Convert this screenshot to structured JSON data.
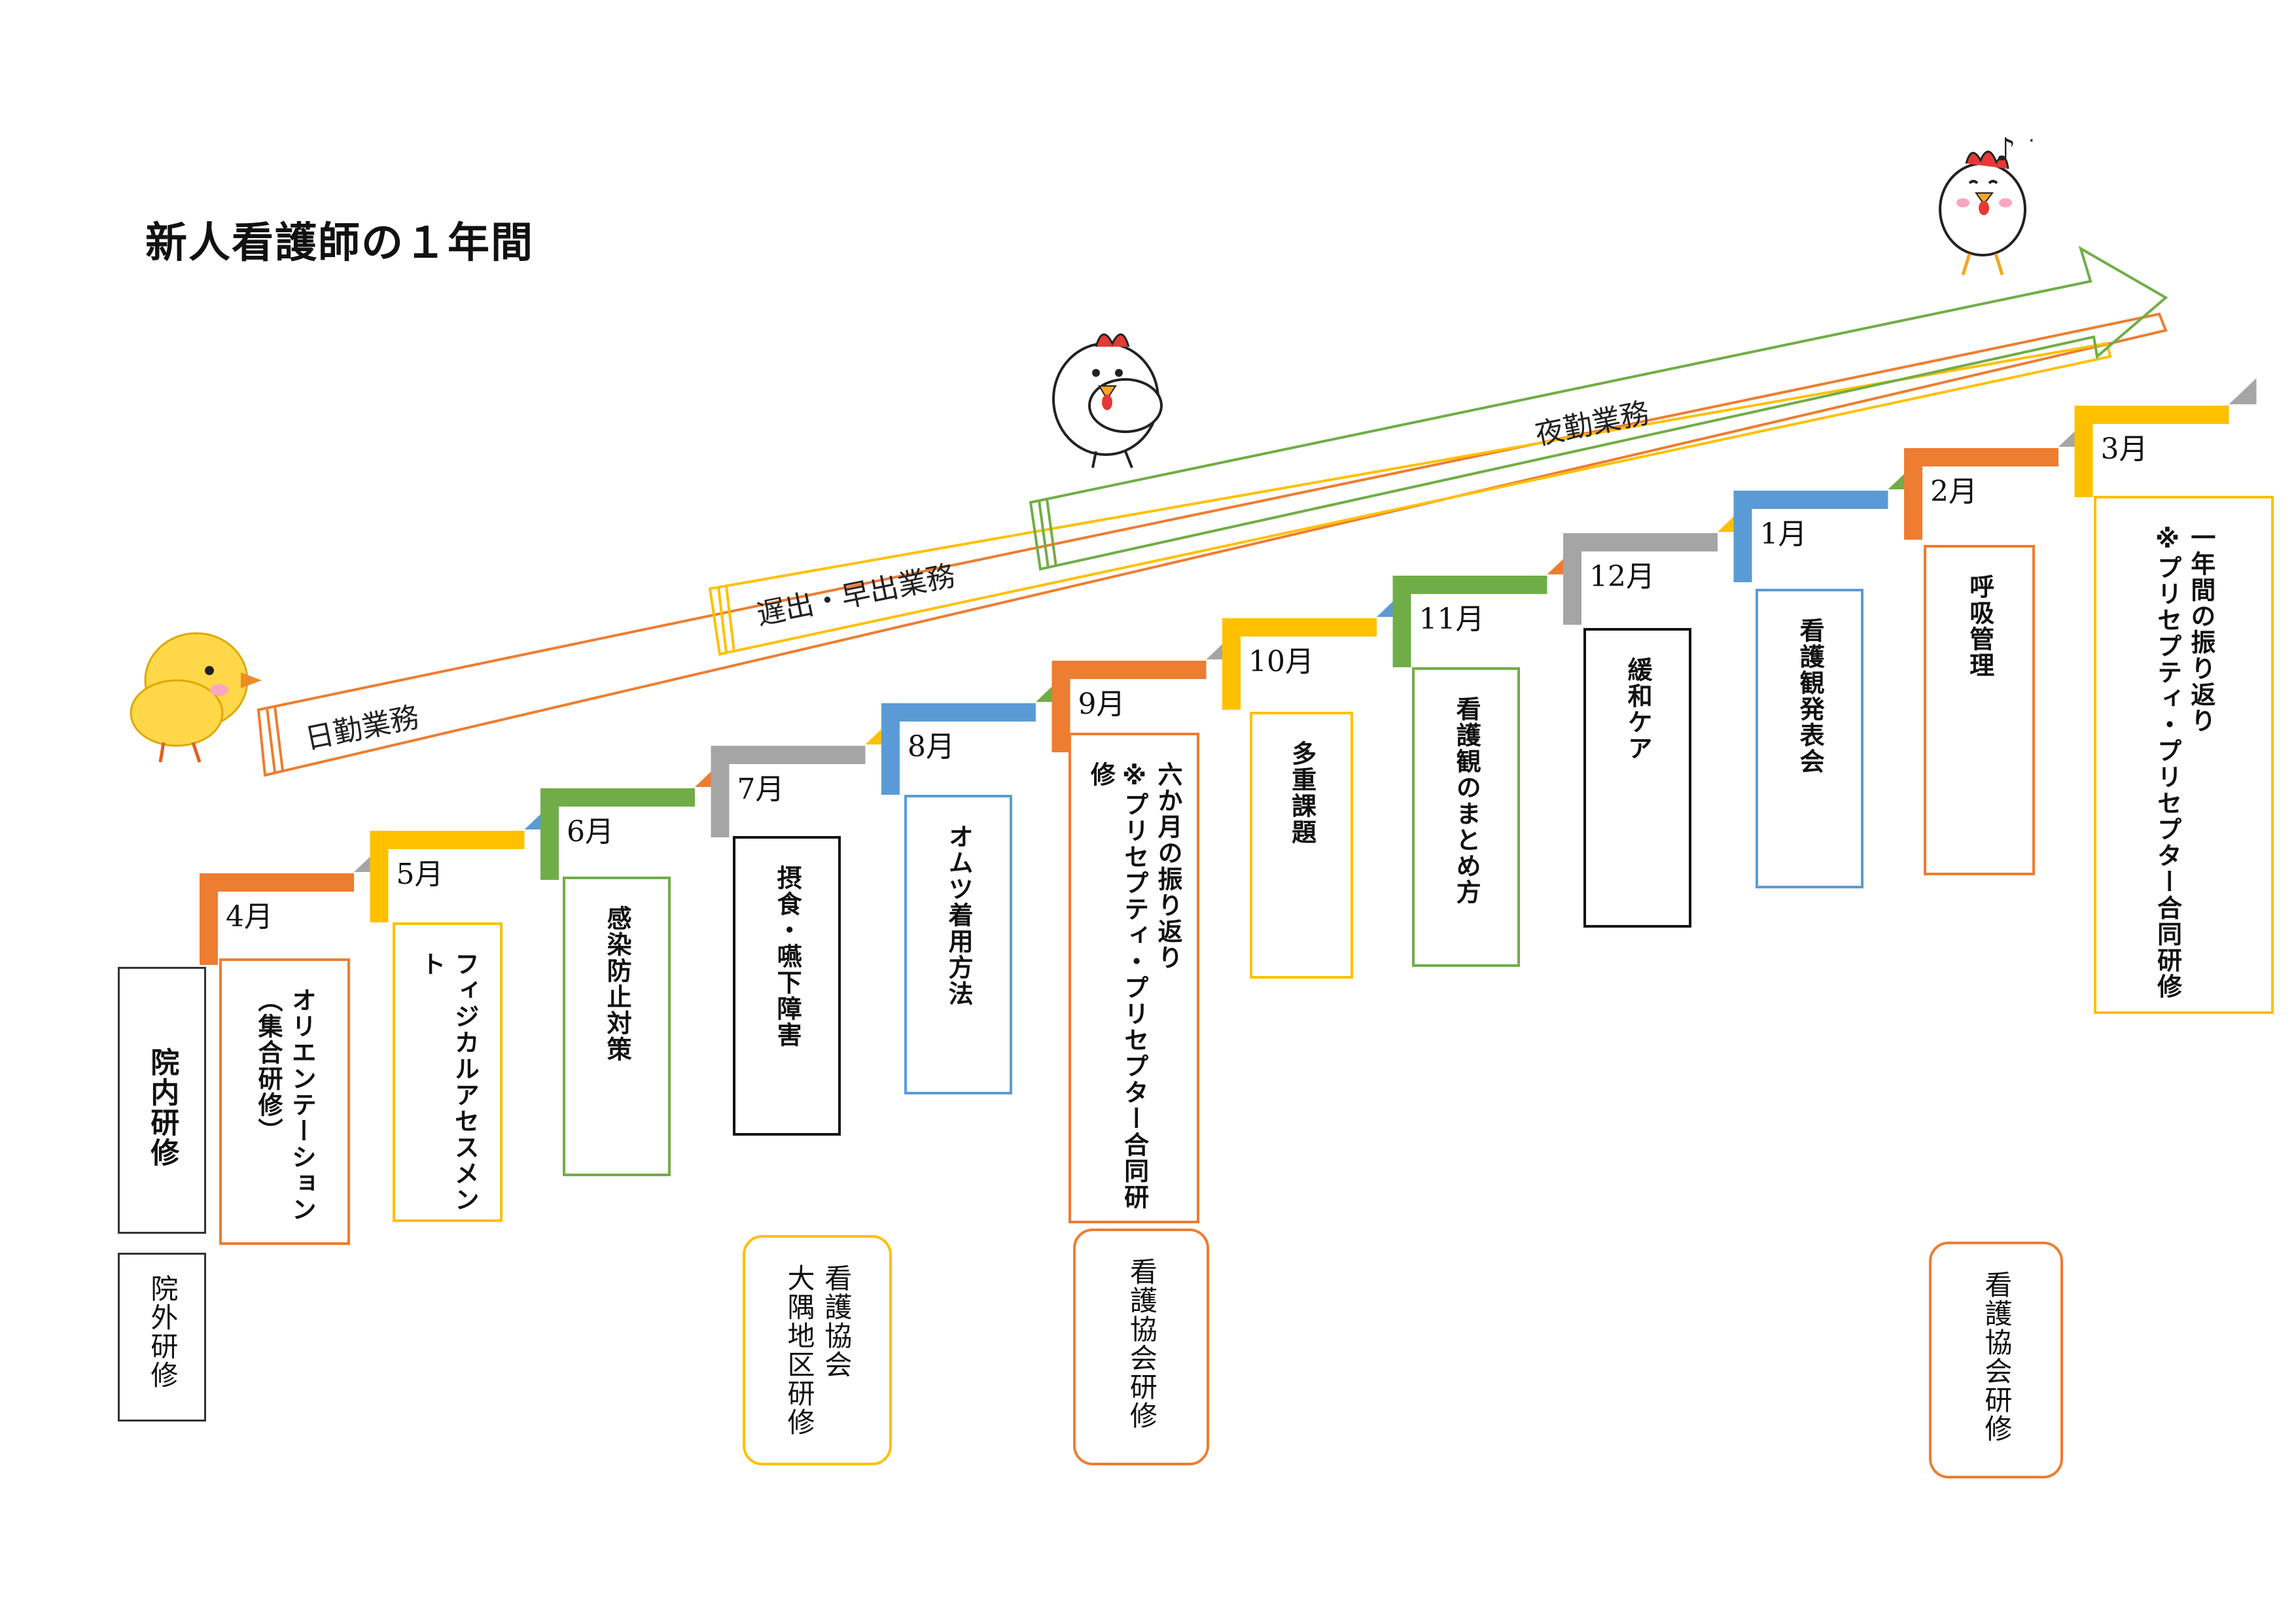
{
  "title": "新人看護師の１年間",
  "bands": {
    "day": "日勤業務",
    "early_late": "遅出・早出業務",
    "night": "夜勤業務"
  },
  "colors": {
    "orange": "#ED7D31",
    "gray": "#A5A5A5",
    "yellow": "#FFC000",
    "blue": "#5B9BD5",
    "green": "#70AD47",
    "black": "#111111"
  },
  "months": [
    {
      "label": "4月",
      "topic": "オリエンテーション\n（集合研修）",
      "color": "orange"
    },
    {
      "label": "5月",
      "topic": "フィジカルアセスメント",
      "color": "yellow"
    },
    {
      "label": "6月",
      "topic": "感染防止対策",
      "color": "green"
    },
    {
      "label": "7月",
      "topic": "摂食・嚥下障害",
      "color": "black"
    },
    {
      "label": "8月",
      "topic": "オムツ着用方法",
      "color": "blue"
    },
    {
      "label": "9月",
      "topic": "六か月の振り返り\n※プリセプティ・プリセプター合同研修",
      "color": "orange"
    },
    {
      "label": "10月",
      "topic": "多重課題",
      "color": "yellow"
    },
    {
      "label": "11月",
      "topic": "看護観のまとめ方",
      "color": "green"
    },
    {
      "label": "12月",
      "topic": "緩和ケア",
      "color": "black"
    },
    {
      "label": "1月",
      "topic": "看護観発表会",
      "color": "blue"
    },
    {
      "label": "2月",
      "topic": "呼吸管理",
      "color": "orange"
    },
    {
      "label": "3月",
      "topic": "一年間の振り返り\n※プリセプティ・プリセプター合同研修",
      "color": "yellow"
    }
  ],
  "legend": {
    "in_hospital": "院内研修",
    "outside": "院外研修"
  },
  "external": [
    {
      "text": "看護協会\n大隅地区研修",
      "color": "yellow"
    },
    {
      "text": "看護協会研修",
      "color": "orange"
    },
    {
      "text": "看護協会研修",
      "color": "orange"
    }
  ],
  "icons": [
    "chick-icon",
    "chicken-icon",
    "rooster-icon",
    "music-note-icon"
  ]
}
